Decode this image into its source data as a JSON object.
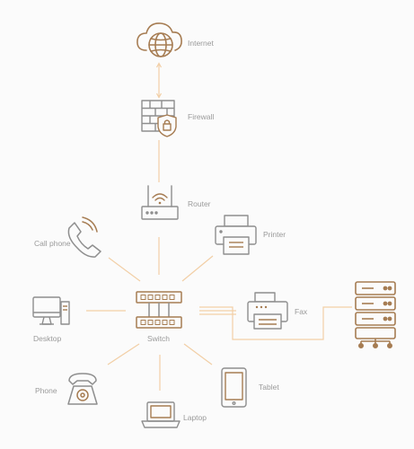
{
  "colors": {
    "background": "#fbfbfb",
    "accent": "#a67c52",
    "device_gray": "#8e8e8e",
    "connector": "#f2cfa6",
    "label": "#9a9a9a"
  },
  "nodes": {
    "internet": {
      "label": "Internet",
      "icon": "cloud-globe-icon"
    },
    "firewall": {
      "label": "Firewall",
      "icon": "brick-wall-lock-icon"
    },
    "router": {
      "label": "Router",
      "icon": "router-icon"
    },
    "printer": {
      "label": "Printer",
      "icon": "printer-icon"
    },
    "call_phone": {
      "label": "Call phone",
      "icon": "phone-handset-icon"
    },
    "desktop": {
      "label": "Desktop",
      "icon": "desktop-computer-icon"
    },
    "switch": {
      "label": "Switch",
      "icon": "network-switch-icon"
    },
    "fax": {
      "label": "Fax",
      "icon": "fax-machine-icon"
    },
    "phone": {
      "label": "Phone",
      "icon": "rotary-phone-icon"
    },
    "tablet": {
      "label": "Tablet",
      "icon": "tablet-icon"
    },
    "laptop": {
      "label": "Laptop",
      "icon": "laptop-icon"
    },
    "server": {
      "label": "",
      "icon": "server-rack-icon"
    }
  }
}
